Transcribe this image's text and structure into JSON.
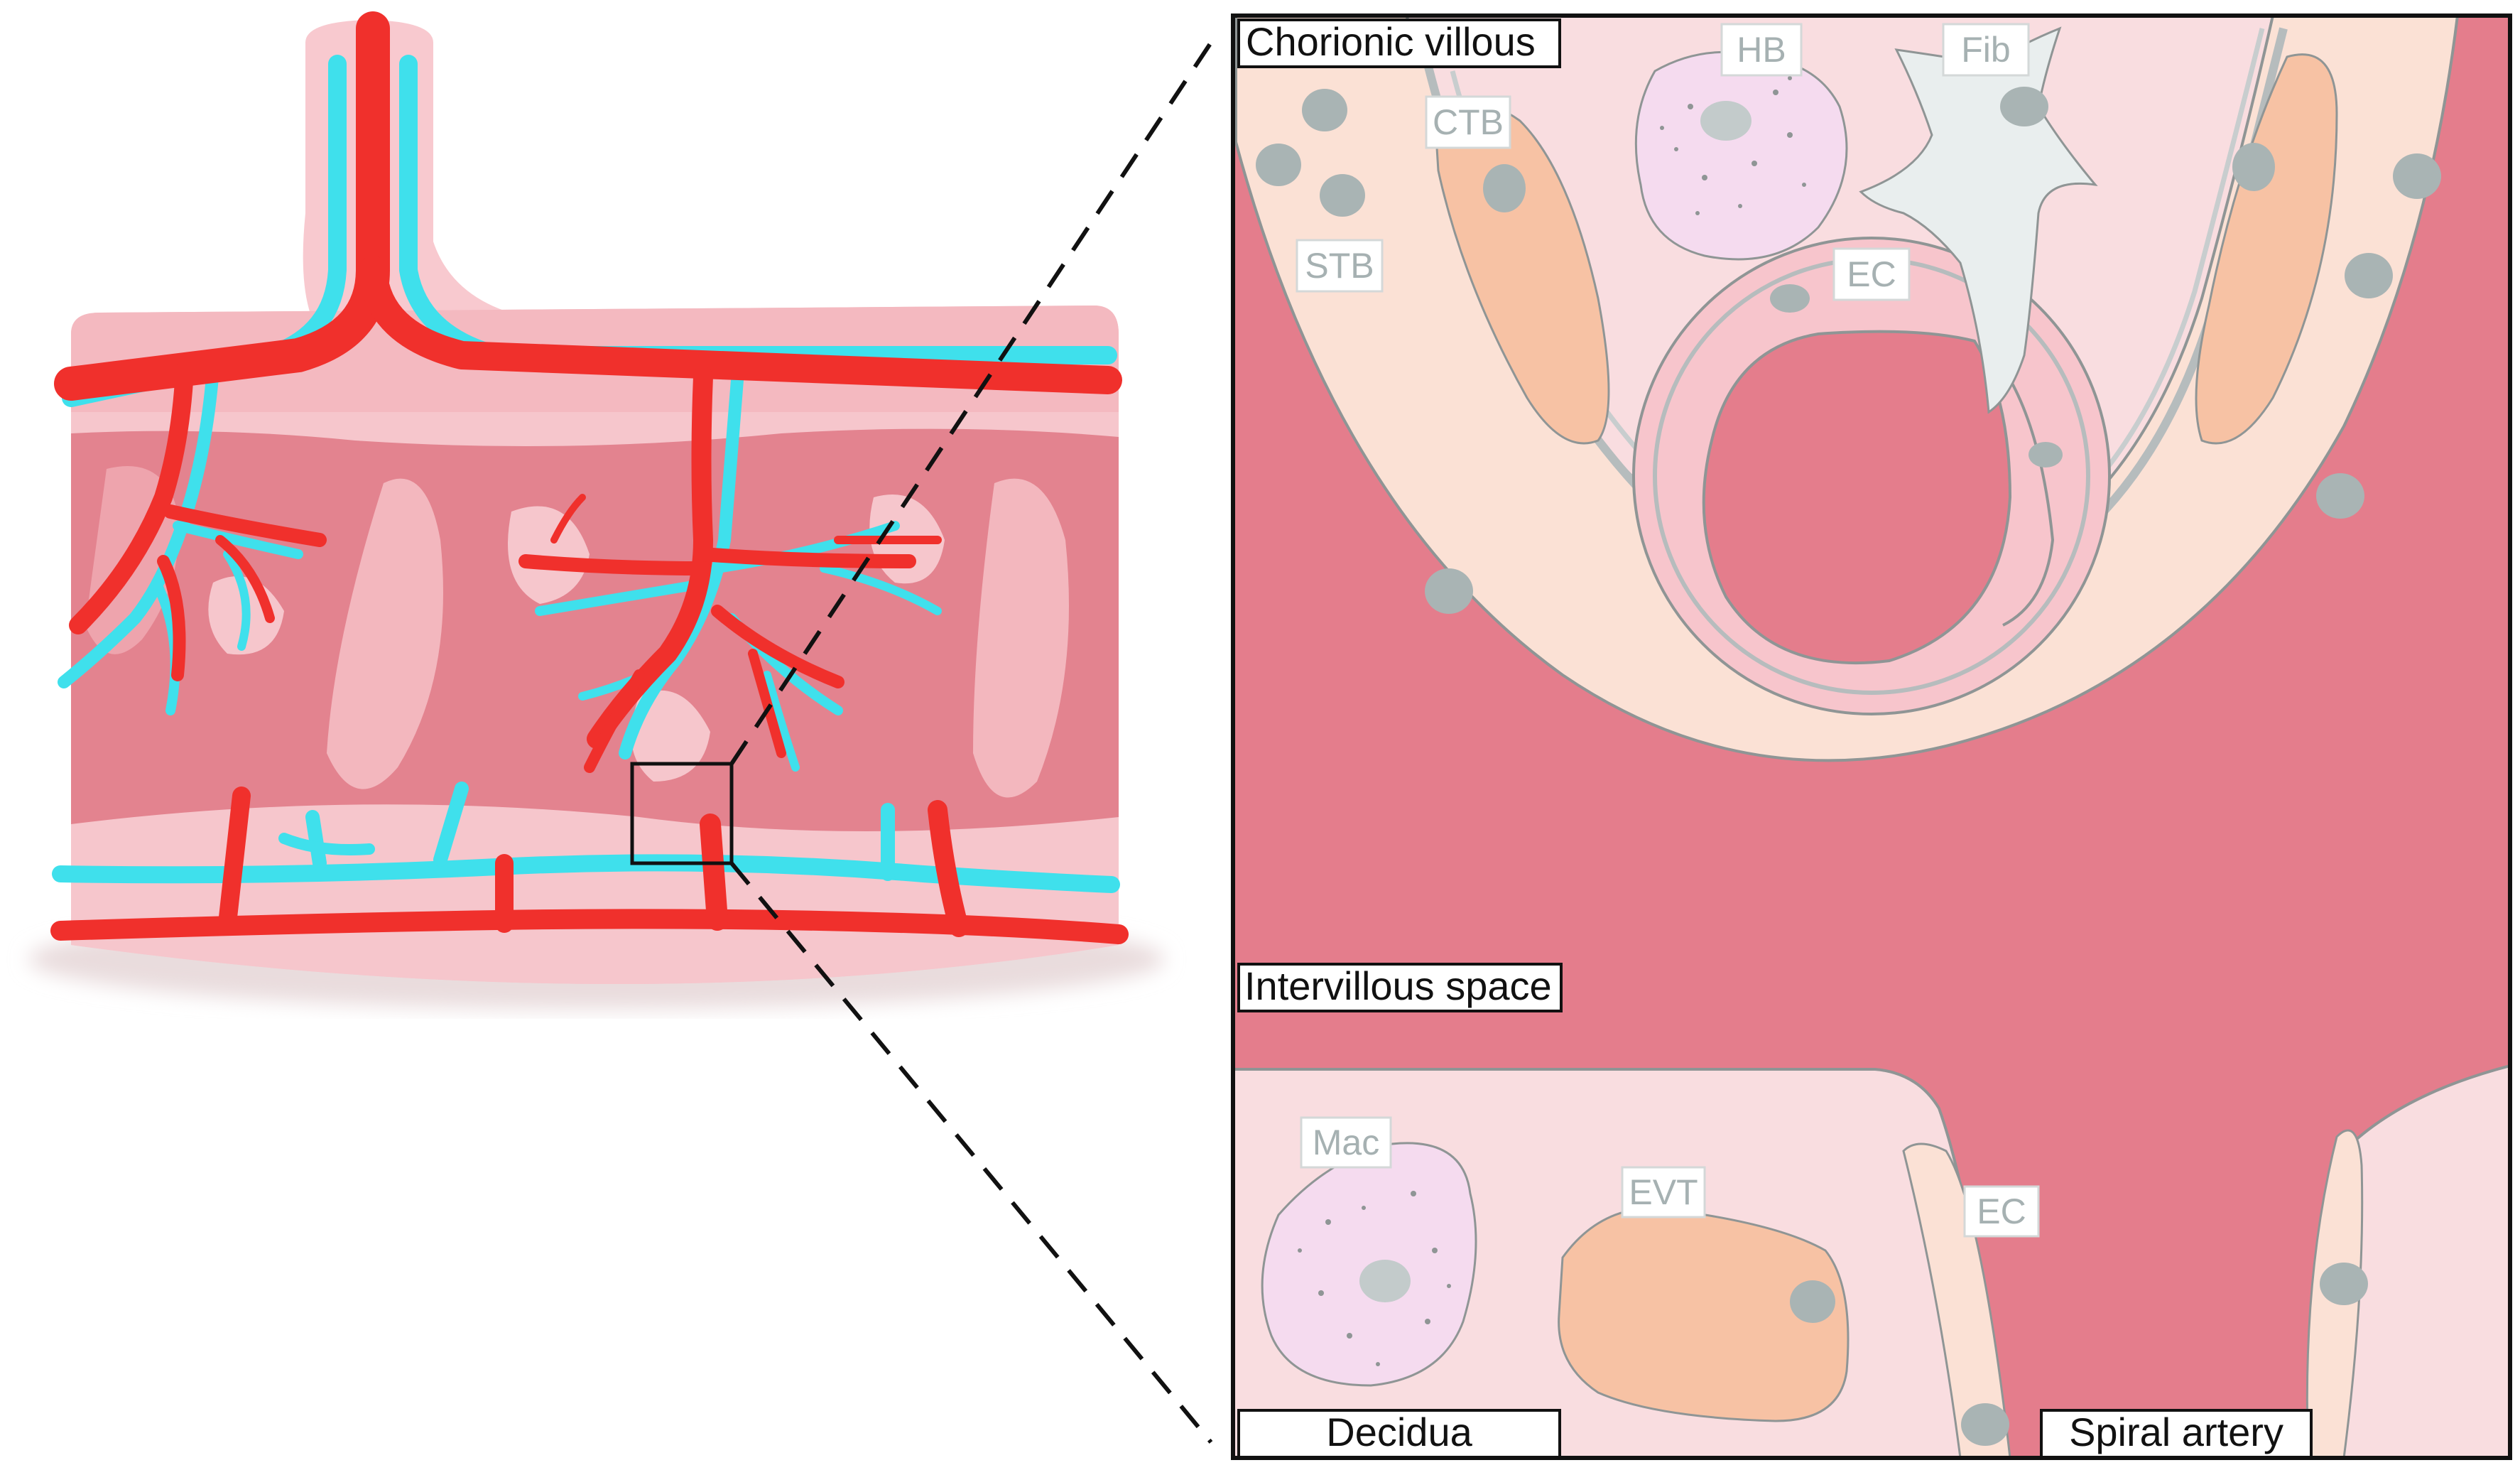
{
  "labels": {
    "chorionic_villous": "Chorionic villous",
    "intervillous_space": "Intervillous space",
    "decidua": "Decidua",
    "spiral_artery": "Spiral artery"
  },
  "cells": {
    "hb": "HB",
    "fib": "Fib",
    "ctb": "CTB",
    "stb": "STB",
    "ec_villous": "EC",
    "mac": "Mac",
    "evt": "EVT",
    "ec_artery": "EC"
  },
  "colors": {
    "artery": "#f0302c",
    "vein": "#3fe0ec",
    "tissue_pink": "#f6c6cc",
    "blood_space": "#e47d8c",
    "stroma": "#f9dde0",
    "trophoblast_band": "#fbe1d5",
    "cytotrophoblast": "#f7c2a4",
    "nucleus": "#a9b4b4",
    "outline": "#111111"
  }
}
